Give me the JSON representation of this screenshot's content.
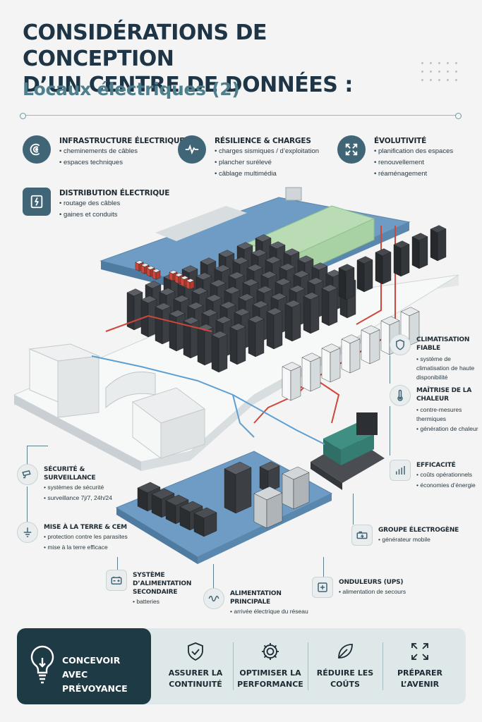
{
  "header": {
    "title_line1": "Considérations de conception",
    "title_line2": "d’un centre de données :",
    "subtitle": "Locaux électriques (2)"
  },
  "features": [
    {
      "title": "Infrastructure électrique",
      "items": [
        "cheminements de câbles",
        "espaces techniques"
      ],
      "icon": "power-cable-icon"
    },
    {
      "title": "Résilience & charges",
      "items": [
        "charges sismiques / d’exploitation",
        "plancher surélevé",
        "câblage multimédia"
      ],
      "icon": "pulse-icon"
    },
    {
      "title": "Évolutivité",
      "items": [
        "planification des espaces",
        "renouvellement",
        "réaménagement"
      ],
      "icon": "expand-arrows-icon"
    },
    {
      "title": "Distribution électrique",
      "items": [
        "routage des câbles",
        "gaines et conduits"
      ],
      "icon": "electrical-panel-icon"
    }
  ],
  "callouts": {
    "climatisation": {
      "title": "Climatisation fiable",
      "items": [
        "système de climatisation de haute disponibilité"
      ],
      "icon": "shield-icon"
    },
    "chaleur": {
      "title": "Maîtrise de la chaleur",
      "items": [
        "contre-mesures thermiques",
        "génération de chaleur"
      ],
      "icon": "thermometer-icon"
    },
    "efficacite": {
      "title": "Efficacité",
      "items": [
        "coûts opérationnels",
        "économies d’énergie"
      ],
      "icon": "bar-chart-icon"
    },
    "securite": {
      "title": "Sécurité & surveillance",
      "items": [
        "systèmes de sécurité",
        "surveillance 7j/7, 24h/24"
      ],
      "icon": "camera-icon"
    },
    "terre": {
      "title": "Mise à la terre & CEM",
      "items": [
        "protection contre les parasites",
        "mise à la terre efficace"
      ],
      "icon": "ground-icon"
    },
    "groupe": {
      "title": "Groupe électrogène",
      "items": [
        "générateur mobile"
      ],
      "icon": "generator-icon"
    },
    "secondaire": {
      "title": "Système d’alimentation secondaire",
      "items": [
        "batteries"
      ],
      "icon": "battery-icon"
    },
    "principale": {
      "title": "Alimentation principale",
      "items": [
        "arrivée électrique du réseau"
      ],
      "icon": "sine-wave-icon"
    },
    "onduleurs": {
      "title": "Onduleurs (UPS)",
      "items": [
        "alimentation de secours"
      ],
      "icon": "ups-icon"
    }
  },
  "banner": {
    "main_label": "Concevoir avec prévoyance",
    "pillars": [
      {
        "label": "Assurer la continuité",
        "icon": "shield-check-icon"
      },
      {
        "label": "Optimiser la performance",
        "icon": "gear-icon"
      },
      {
        "label": "Réduire les coûts",
        "icon": "leaf-icon"
      },
      {
        "label": "Préparer l’avenir",
        "icon": "expand-arrows-icon"
      }
    ]
  },
  "colors": {
    "title": "#1d3546",
    "subtitle": "#4f7f8c",
    "icon_bg": "#3f6576",
    "banner_dark": "#1d3a45",
    "banner_light": "#dfe8e9",
    "floor_blue": "#6f9cc4",
    "office_green": "#b9dcb5",
    "cable_red": "#d0463a",
    "generator_green": "#3f8f83"
  }
}
